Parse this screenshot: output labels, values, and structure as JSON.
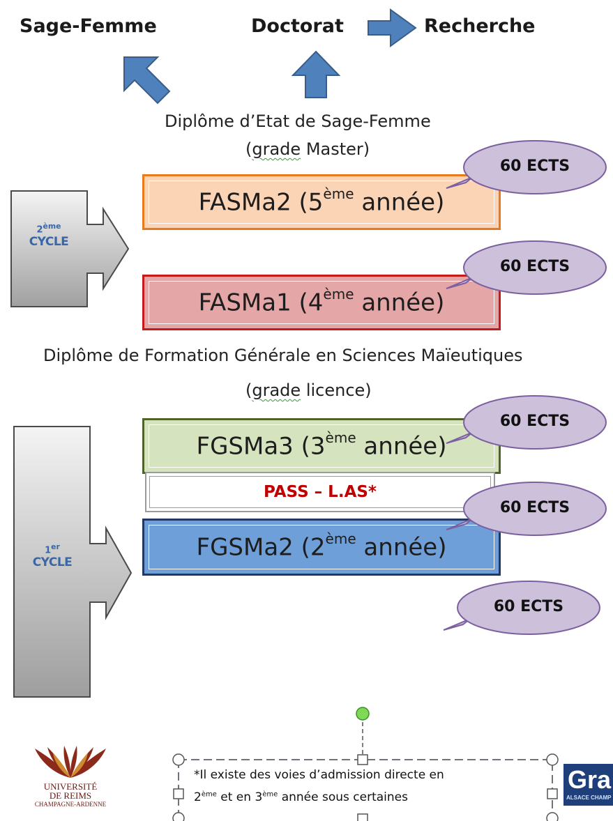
{
  "top": {
    "left_label": "Sage-Femme",
    "middle_label": "Doctorat",
    "right_label": "Recherche"
  },
  "masters": {
    "line1": "Diplôme d’Etat de Sage-Femme",
    "line2_open": "(",
    "line2_word": "grade",
    "line2_rest": " Master)"
  },
  "licence": {
    "line1": "Diplôme de Formation Générale en Sciences Maïeutiques",
    "line2_open": "(",
    "line2_word": "grade",
    "line2_rest": " licence)"
  },
  "years": [
    {
      "name": "FASMa2",
      "open": " (",
      "num": "5",
      "sup": "ème",
      "rest": " année)",
      "fill": "#fbd3b5",
      "border": "#e8791d"
    },
    {
      "name": "FASMa1",
      "open": " (",
      "num": "4",
      "sup": "ème",
      "rest": " année)",
      "fill": "#e4a6a6",
      "border": "#c61a1a"
    },
    {
      "name": "FGSMa3",
      "open": " (",
      "num": "3",
      "sup": "ème",
      "rest": " année)",
      "fill": "#d6e3bf",
      "border": "#4f6228"
    },
    {
      "name": "FGSMa2",
      "open": " (",
      "num": "2",
      "sup": "ème",
      "rest": " année)",
      "fill": "#6f9fd8",
      "border": "#1f3864"
    }
  ],
  "pass": {
    "label": "PASS – L.AS*",
    "color": "#c00000"
  },
  "ects_label": "60 ECTS",
  "cycles": {
    "second": {
      "num": "2",
      "sup": "ème",
      "label": "CYCLE"
    },
    "first": {
      "num": "1",
      "sup": "er",
      "label": "CYCLE"
    }
  },
  "note": {
    "line1": "*Il existe des voies d’admission directe en",
    "line2_a": "2",
    "line2_sup1": "ème",
    "line2_b": " et en 3",
    "line2_sup2": "ème",
    "line2_c": " année sous certaines"
  },
  "logo": {
    "line1": "UNIVERSITÉ",
    "line2": "DE REIMS",
    "line3": "CHAMPAGNE-ARDENNE"
  },
  "partner_logo": {
    "text": "Gra",
    "sub": "ALSACE CHAMP"
  },
  "colors": {
    "arrow_blue": "#4f81bd",
    "ects_fill": "#ccc0da",
    "ects_border": "#7b5fa0",
    "cycle_label": "#3a66a8"
  }
}
